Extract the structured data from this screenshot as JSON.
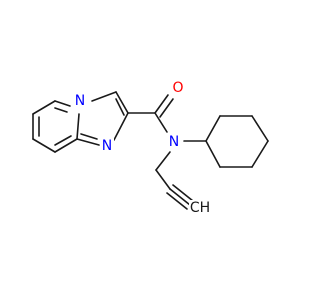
{
  "molecule": {
    "atoms": {
      "ring_nitrogen": {
        "text": "N",
        "color": "#0000ff"
      },
      "imidazole_nitrogen": {
        "text": "N",
        "color": "#0000ff"
      },
      "amide_nitrogen": {
        "text": "N",
        "color": "#0000ff"
      },
      "carbonyl_oxygen": {
        "text": "O",
        "color": "#ff0000"
      },
      "alkyne_terminal": {
        "text": "CH",
        "color": "#1a1a1a"
      }
    },
    "bond_color": "#1a1a1a"
  }
}
